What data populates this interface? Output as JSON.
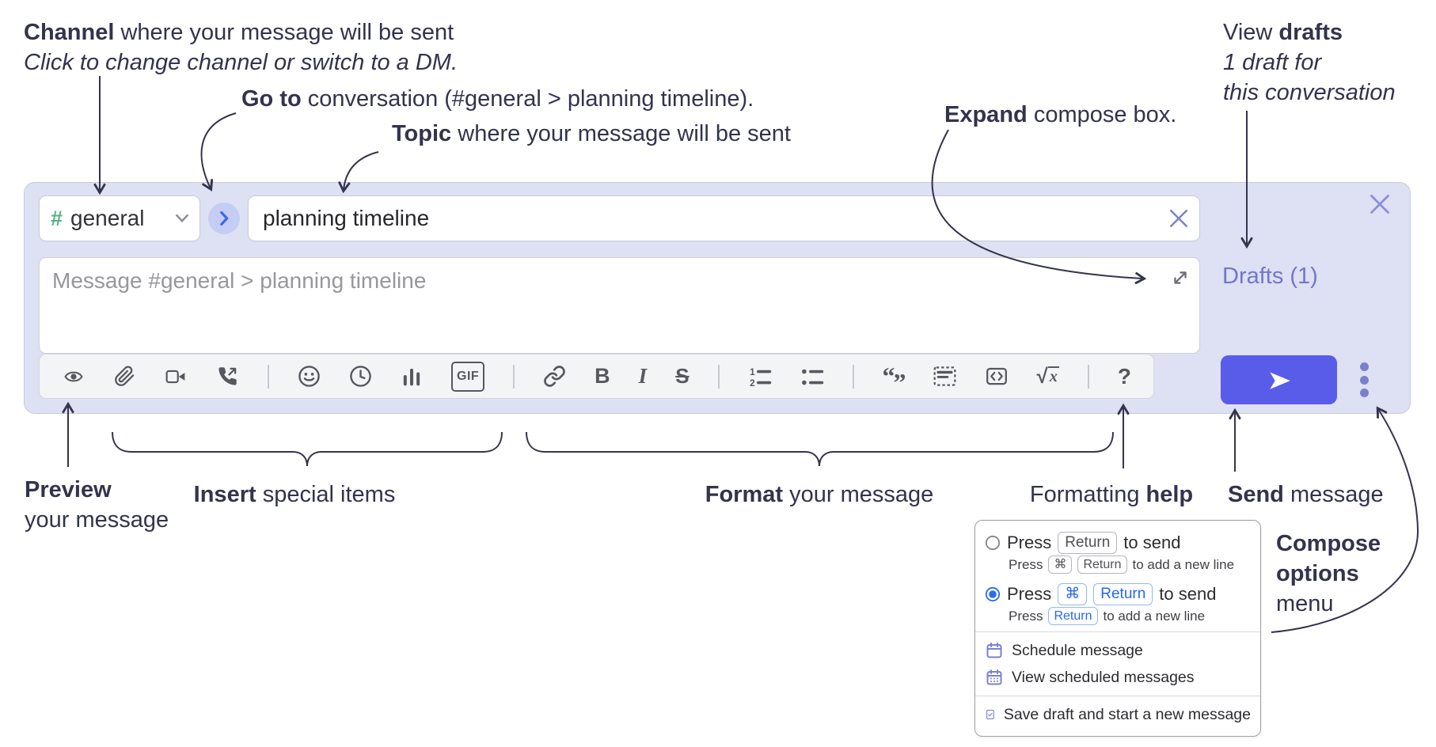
{
  "annotations": {
    "channel": {
      "bold": "Channel",
      "rest": "where your message will be sent",
      "line2": "Click to change channel or switch to a DM."
    },
    "goto": {
      "bold": "Go to",
      "rest": "conversation (#general > planning timeline)."
    },
    "topic": {
      "bold": "Topic",
      "rest": "where your message will be sent"
    },
    "drafts": {
      "line1_pre": "View",
      "line1_bold": "drafts",
      "line2": "1 draft for",
      "line3": "this conversation"
    },
    "expand": {
      "bold": "Expand",
      "rest": "compose box."
    },
    "preview": {
      "bold": "Preview",
      "line2": "your message"
    },
    "insert": {
      "bold": "Insert",
      "rest": "special items"
    },
    "format": {
      "bold": "Format",
      "rest": "your message"
    },
    "help": {
      "pre": "Formatting",
      "bold": "help"
    },
    "send": {
      "bold": "Send",
      "rest": "message"
    },
    "compose_options": {
      "line1": "Compose",
      "line2": "options",
      "line3": "menu"
    }
  },
  "compose": {
    "channel_selector": {
      "label": "general"
    },
    "topic_input": {
      "value": "planning timeline"
    },
    "message_input": {
      "placeholder": "Message #general > planning timeline"
    },
    "drafts_link": "Drafts (1)",
    "toolbar": {
      "icons": [
        "preview",
        "attach-file",
        "start-video-call",
        "start-voice-call",
        "emoji",
        "add-global-time",
        "add-poll",
        "add-gif",
        "link",
        "bold",
        "italic",
        "strikethrough",
        "numbered-list",
        "bulleted-list",
        "quote",
        "spoiler",
        "code",
        "math"
      ],
      "bold_label": "B",
      "italic_label": "I",
      "strike_label": "S",
      "gif_label": "GIF",
      "quote_open": "“",
      "quote_close": "”",
      "math_radical": "√",
      "math_x": "x",
      "list_num_1": "1",
      "list_num_2": "2",
      "help_label": "?"
    }
  },
  "popup": {
    "options": [
      {
        "selected": false,
        "main": {
          "pre": "Press",
          "key1": "Return",
          "post": "to send"
        },
        "sub": {
          "pre": "Press",
          "key1": "⌘",
          "key2": "Return",
          "post": "to add a new line"
        }
      },
      {
        "selected": true,
        "main": {
          "pre": "Press",
          "key1": "⌘",
          "key2": "Return",
          "post": "to send"
        },
        "sub": {
          "pre": "Press",
          "key1": "Return",
          "post": "to add a new line"
        }
      }
    ],
    "menu_items": [
      {
        "icon": "calendar-icon",
        "label": "Schedule message"
      },
      {
        "icon": "calendar-grid-icon",
        "label": "View scheduled messages"
      },
      {
        "icon": "save-draft-icon",
        "label": "Save draft and start a new message"
      }
    ]
  },
  "colors": {
    "compose_bg": "#dee0f3",
    "send_accent": "#595ce8",
    "link_purple": "#7177cc",
    "hash_green": "#56b383",
    "radio_blue": "#2a6cf0",
    "annotation_ink": "#32334d"
  }
}
